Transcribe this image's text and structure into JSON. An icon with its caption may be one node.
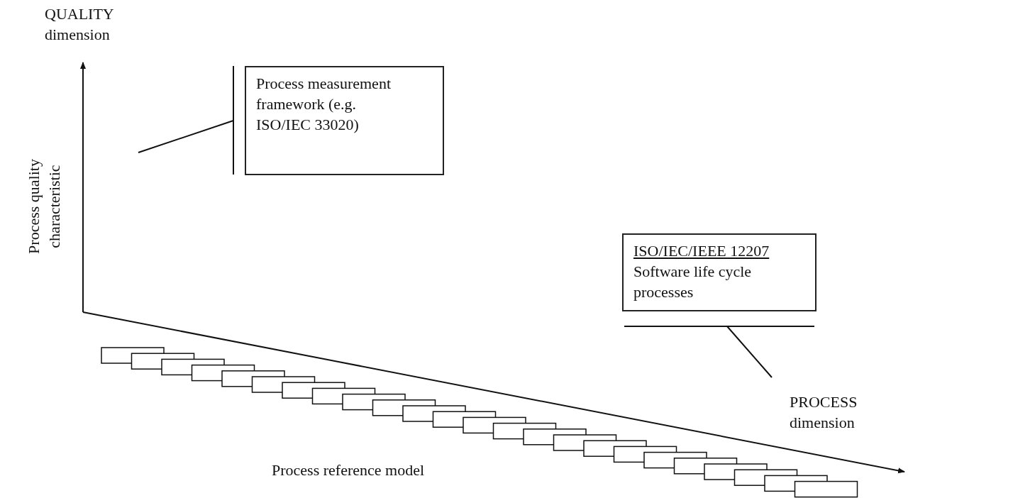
{
  "diagram": {
    "nodes": [
      {
        "text": [
          "Process measurement framework (e.g. ISO/IEC 33020)"
        ]
      },
      {
        "text": [
          "ISO/IEC/IEEE 12207",
          "Software life cycle processes"
        ]
      },
      {
        "text": [],
        "shape": "box"
      },
      {
        "text": [],
        "shape": "box"
      },
      {
        "text": [],
        "shape": "box"
      },
      {
        "text": [],
        "shape": "box"
      },
      {
        "text": [],
        "shape": "box"
      },
      {
        "text": [],
        "shape": "box"
      },
      {
        "text": [],
        "shape": "box"
      },
      {
        "text": [],
        "shape": "box"
      },
      {
        "text": [],
        "shape": "box"
      },
      {
        "text": [],
        "shape": "box"
      },
      {
        "text": [],
        "shape": "box"
      },
      {
        "text": [],
        "shape": "box"
      },
      {
        "text": [],
        "shape": "box"
      },
      {
        "text": [],
        "shape": "box"
      },
      {
        "text": [],
        "shape": "box"
      },
      {
        "text": [],
        "shape": "box"
      },
      {
        "text": [],
        "shape": "box"
      },
      {
        "text": [],
        "shape": "box"
      },
      {
        "text": [],
        "shape": "box"
      },
      {
        "text": [],
        "shape": "box"
      },
      {
        "text": [],
        "shape": "box"
      },
      {
        "text": [],
        "shape": "box"
      },
      {
        "text": [],
        "shape": "box"
      },
      {
        "text": [],
        "shape": "box"
      }
    ],
    "edges": [
      {
        "from": 0,
        "to": null,
        "arrow": "none"
      },
      {
        "from": 1,
        "to": null,
        "arrow": "none"
      }
    ],
    "labels": [
      "QUALITY dimension",
      "Process quality characteristic",
      "PROCESS dimension",
      "Process reference model"
    ]
  }
}
